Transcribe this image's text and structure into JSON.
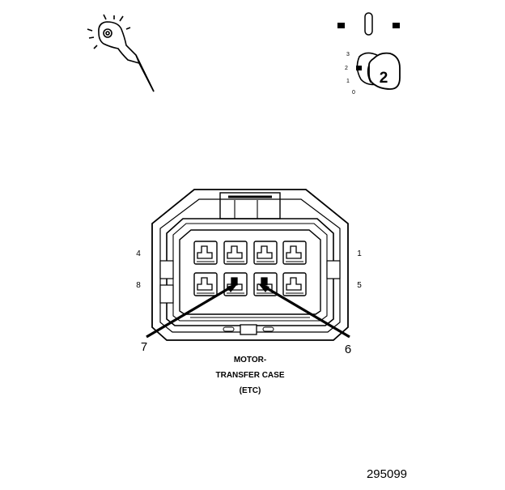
{
  "icons": {
    "probe": "test-probe-icon",
    "ignition": "ignition-key-icon"
  },
  "ignition_key": {
    "positions": [
      "3",
      "2",
      "1",
      "0"
    ],
    "selected": "2"
  },
  "connector": {
    "name_lines": [
      "MOTOR-",
      "TRANSFER CASE",
      "(ETC)"
    ],
    "pin_labels": {
      "top_left": "4",
      "bottom_left": "8",
      "top_right": "1",
      "bottom_right": "5"
    },
    "callouts": {
      "left": "7",
      "right": "6"
    }
  },
  "figure_number": "295099",
  "colors": {
    "ink": "#000000",
    "background": "#ffffff"
  }
}
